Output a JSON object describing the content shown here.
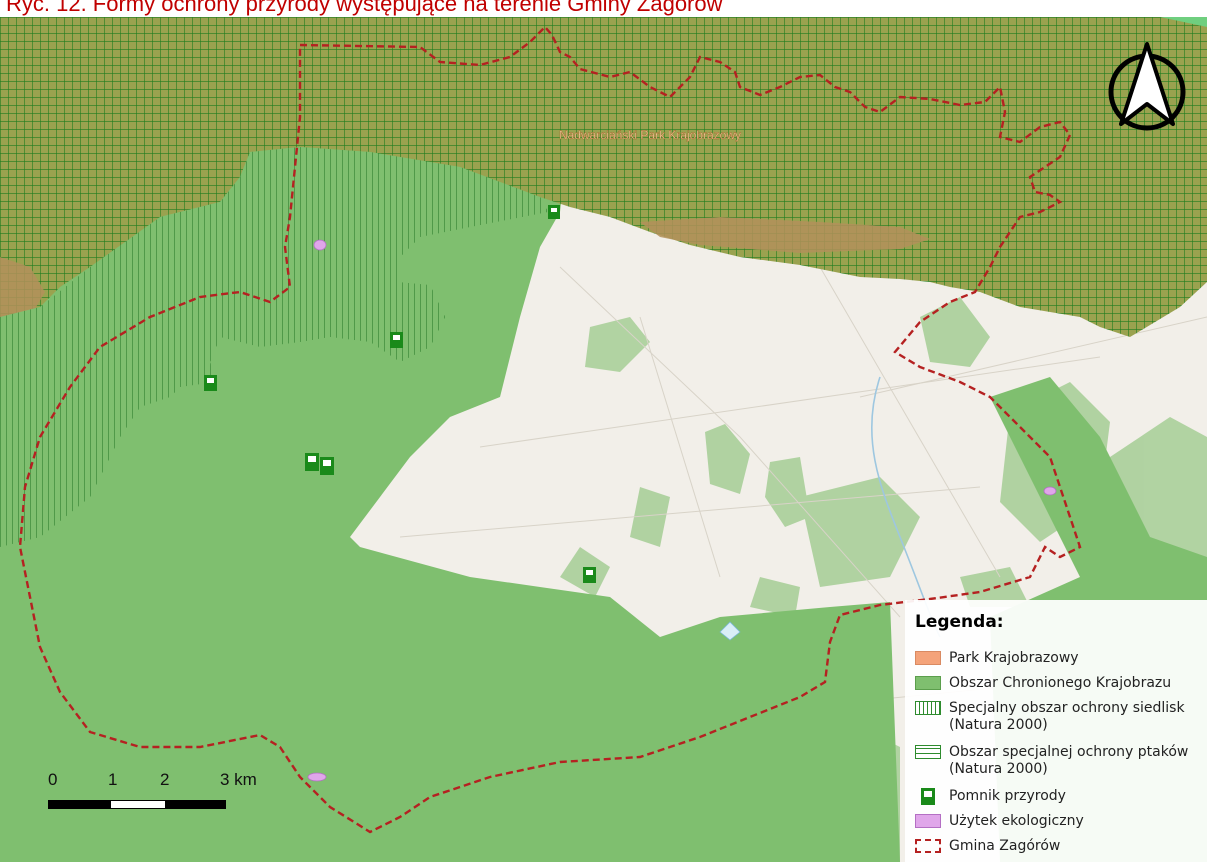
{
  "title": "Ryc. 12. Formy ochrony przyrody występujące na terenie Gminy Zagórów",
  "map_labels": {
    "park_name": "Nadwarciański Park Krajobrazowy"
  },
  "legend": {
    "title": "Legenda:",
    "items": [
      {
        "label": "Park Krajobrazowy",
        "color": "#f4a37a"
      },
      {
        "label": "Obszar Chronionego Krajobrazu",
        "color": "#7fbf6f"
      },
      {
        "label": "Specjalny obszar ochrony siedlisk",
        "label2": "(Natura 2000)",
        "color": "#2e8b2e"
      },
      {
        "label": "Obszar specjalnej ochrony ptaków",
        "label2": "(Natura 2000)",
        "color": "#2e8b2e"
      },
      {
        "label": "Pomnik przyrody",
        "color": "#1a8a1a"
      },
      {
        "label": "Użytek ekologiczny",
        "color": "#e0a6ea"
      },
      {
        "label": "Gmina Zagórów",
        "color": "#b52121"
      }
    ]
  },
  "scale": {
    "ticks": [
      "0",
      "1",
      "2",
      "3 km"
    ]
  },
  "colors": {
    "ock_green": "#7fbf6f",
    "park_hatch": "#2e8b2e",
    "park_base": "#b39a5a",
    "basemap": "#f2efe9",
    "forest": "#add19e",
    "boundary": "#b52121",
    "title": "#c00000"
  },
  "icons": {
    "north_arrow": "north-arrow-icon",
    "monument": "monument-icon"
  }
}
